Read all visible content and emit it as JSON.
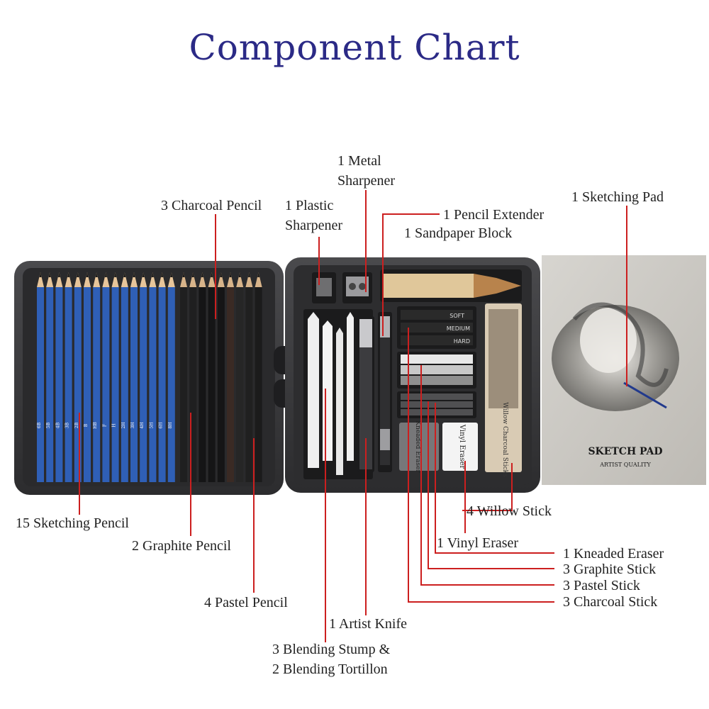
{
  "title": "Component Chart",
  "colors": {
    "title": "#2b2a86",
    "leader": "#cc1f1f",
    "case": "#3a3a3c",
    "pencil_blue": "#2f5fb6"
  },
  "labels": {
    "metal_sharpener": [
      "1 Metal",
      "Sharpener"
    ],
    "charcoal_pencil": "3 Charcoal Pencil",
    "plastic_sharpener": [
      "1 Plastic",
      "Sharpener"
    ],
    "pencil_extender": "1 Pencil Extender",
    "sandpaper_block": "1 Sandpaper Block",
    "sketching_pad": "1 Sketching Pad",
    "willow_stick": "4 Willow Stick",
    "vinyl_eraser": "1 Vinyl Eraser",
    "kneaded_eraser": "1 Kneaded Eraser",
    "graphite_stick": "3 Graphite Stick",
    "pastel_stick": "3 Pastel Stick",
    "charcoal_stick": "3 Charcoal Stick",
    "sketching_pencil": "15 Sketching Pencil",
    "graphite_pencil": "2 Graphite Pencil",
    "pastel_pencil": "4 Pastel Pencil",
    "artist_knife": "1 Artist Knife",
    "blending": [
      "3 Blending Stump &",
      "2 Blending Tortillon"
    ]
  },
  "product": {
    "pad_title": "SKETCH PAD",
    "pad_subtitle": "ARTIST QUALITY",
    "stick_labels": [
      "SOFT",
      "MEDIUM",
      "HARD"
    ],
    "pencil_grades": [
      "6B",
      "5B",
      "4B",
      "3B",
      "2B",
      "B",
      "HB",
      "F",
      "H",
      "2H",
      "3H",
      "4H",
      "5H",
      "6H",
      "8H"
    ],
    "charcoal_grades": [
      "SOFT",
      "MEDIUM",
      "HARD"
    ],
    "eraser_text": "Vinyl Eraser",
    "kneaded_text": "Kneaded Eraser",
    "willow_text": "Willow Charcoal Sticks"
  }
}
